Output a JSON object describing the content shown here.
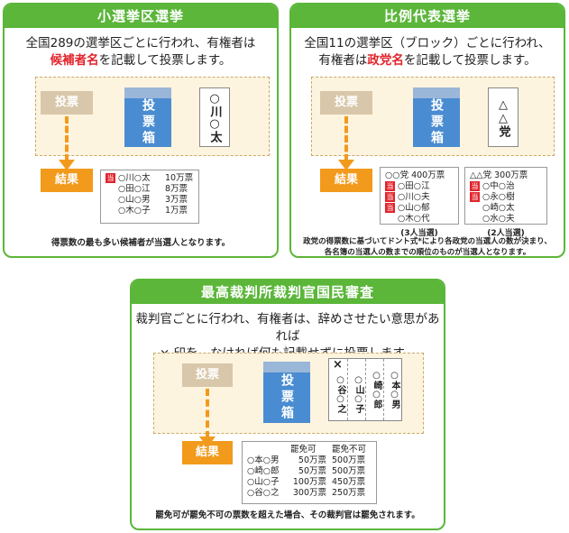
{
  "panel1": {
    "title": "小選挙区選挙",
    "desc_line1": "全国289の選挙区ごとに行われ、有権者は",
    "desc_line2_em": "候補者名",
    "desc_line2_rest": "を記載して投票します。",
    "vote_label": "投票",
    "ballot_box_label": "投票箱",
    "ballot_card": "○川○太",
    "result_label": "結果",
    "results": [
      {
        "elected": true,
        "name": "○川○太",
        "votes": "10万票"
      },
      {
        "elected": false,
        "name": "○田○江",
        "votes": "8万票"
      },
      {
        "elected": false,
        "name": "○山○男",
        "votes": "3万票"
      },
      {
        "elected": false,
        "name": "○木○子",
        "votes": "1万票"
      }
    ],
    "elected_badge": "当",
    "note": "得票数の最も多い候補者が当選人となります。"
  },
  "panel2": {
    "title": "比例代表選挙",
    "desc_line1": "全国11の選挙区（ブロック）ごとに行われ、",
    "desc_line2_pre": "有権者は",
    "desc_line2_em": "政党名",
    "desc_line2_rest": "を記載して投票します。",
    "vote_label": "投票",
    "ballot_box_label": "投票箱",
    "ballot_card": "△△党",
    "result_label": "結果",
    "party_a": {
      "header": "○○党 400万票",
      "members": [
        {
          "elected": true,
          "name": "○田○江"
        },
        {
          "elected": true,
          "name": "○川○夫"
        },
        {
          "elected": true,
          "name": "○山○郁"
        },
        {
          "elected": false,
          "name": "○木○代"
        }
      ],
      "seats": "(3人当選)"
    },
    "party_b": {
      "header": "△△党 300万票",
      "members": [
        {
          "elected": true,
          "name": "○中○治"
        },
        {
          "elected": true,
          "name": "○永○樹"
        },
        {
          "elected": false,
          "name": "○崎○太"
        },
        {
          "elected": false,
          "name": "○水○夫"
        }
      ],
      "seats": "(2人当選)"
    },
    "elected_badge": "当",
    "note_line1": "政党の得票数に基づいてドント式*により各政党の当選人の数が決まり、",
    "note_line2": "各名簿の当選人の数までの順位のものが当選人となります。"
  },
  "panel3": {
    "title": "最高裁判所裁判官国民審査",
    "desc_line1": "裁判官ごとに行われ、有権者は、辞めさせたい意思があれば",
    "desc_line2": "× 印を、なければ何も記載せずに投票します。",
    "vote_label": "投票",
    "ballot_box_label": "投票箱",
    "cross_mark": "×",
    "judges": [
      "○谷○之",
      "○山○子",
      "○崎○郎",
      "○本○男"
    ],
    "result_label": "結果",
    "col_yes": "罷免可",
    "col_no": "罷免不可",
    "results": [
      {
        "name": "○本○男",
        "yes": "50万票",
        "no": "500万票"
      },
      {
        "name": "○崎○郎",
        "yes": "50万票",
        "no": "500万票"
      },
      {
        "name": "○山○子",
        "yes": "100万票",
        "no": "450万票"
      },
      {
        "name": "○谷○之",
        "yes": "300万票",
        "no": "250万票"
      }
    ],
    "note": "罷免可が罷免不可の票数を超えた場合、その裁判官は罷免されます。"
  },
  "colors": {
    "green": "#5bb63a",
    "orange": "#f29a1c",
    "red": "#e2242c",
    "blue": "#4a8cd1"
  }
}
